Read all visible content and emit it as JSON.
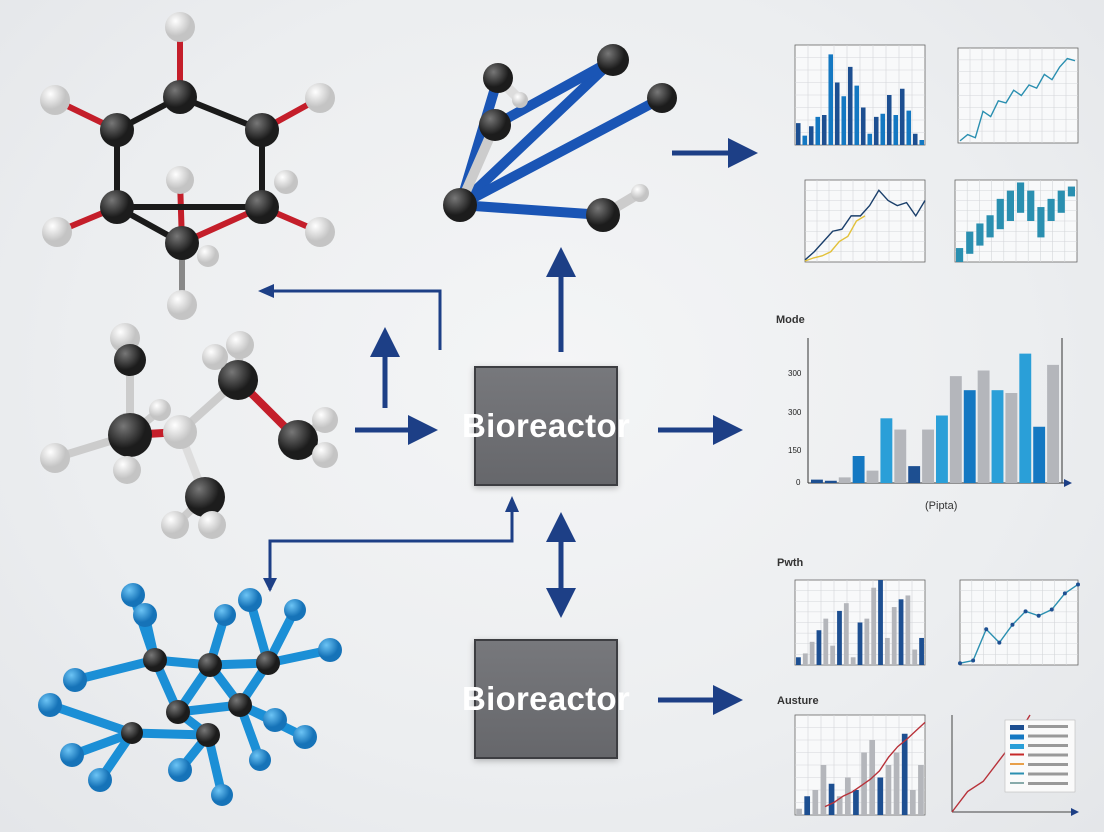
{
  "nodes": {
    "bioreactor_main": "Bioreactor",
    "bioreactor_secondary": "Bioreactor"
  },
  "colors": {
    "arrow": "#1d3f86",
    "box": "#6e6f73",
    "bar_dark": "#1d4f91",
    "bar_mid": "#1478c2",
    "bar_light": "#2a9fd8",
    "bar_gray": "#b4b6bb",
    "line_teal": "#2a8fb0",
    "line_yellow": "#e2c13a",
    "line_red": "#b8323a"
  },
  "chart_data": [
    {
      "type": "bar",
      "title": "",
      "values": [
        35,
        15,
        30,
        45,
        48,
        145,
        100,
        78,
        125,
        95,
        60,
        18,
        45,
        50,
        80,
        48,
        90,
        55,
        18,
        8
      ]
    },
    {
      "type": "line",
      "values": [
        2,
        8,
        5,
        30,
        25,
        40,
        38,
        50,
        45,
        55,
        52,
        65,
        60,
        72,
        80,
        78
      ]
    },
    {
      "type": "line",
      "values": [
        2,
        10,
        20,
        30,
        32,
        45,
        45,
        55,
        70,
        60,
        55,
        58,
        45,
        60
      ],
      "values2": [
        1,
        4,
        6,
        10,
        20,
        25,
        40,
        45
      ]
    },
    {
      "type": "bar",
      "values": [
        [
          0,
          1
        ],
        [
          1,
          3
        ],
        [
          2,
          4
        ],
        [
          3,
          5
        ],
        [
          4,
          7
        ],
        [
          5,
          8
        ],
        [
          6,
          9
        ],
        [
          5,
          8
        ],
        [
          3,
          6
        ],
        [
          5,
          7
        ],
        [
          6,
          8
        ],
        [
          8,
          8.5
        ]
      ]
    },
    {
      "type": "bar",
      "title": "Mode",
      "xlabel": "(Pipta)",
      "yticks": [
        "0",
        "150",
        "300",
        "300"
      ],
      "series": [
        {
          "values": [
            6,
            4,
            48,
            22,
            115,
            30,
            120,
            50,
            118,
            120,
            190,
            165,
            200,
            160,
            230,
            180,
            120,
            210
          ]
        }
      ]
    },
    {
      "type": "bar",
      "title": "Pwth",
      "values": [
        10,
        15,
        30,
        45,
        60,
        25,
        70,
        80,
        10,
        55,
        60,
        100,
        110,
        35,
        75,
        85,
        90,
        20,
        35
      ]
    },
    {
      "type": "line",
      "values": [
        2,
        5,
        40,
        25,
        45,
        60,
        55,
        62,
        80,
        90
      ]
    },
    {
      "type": "bar",
      "title": "Austure",
      "values": [
        5,
        15,
        20,
        40,
        25,
        15,
        30,
        20,
        50,
        60,
        30,
        40,
        50,
        65,
        20,
        40
      ],
      "line": [
        8,
        12,
        18,
        22,
        28,
        34,
        42,
        55,
        65,
        72,
        80,
        88
      ]
    },
    {
      "type": "line",
      "values": [
        0,
        20,
        30,
        50,
        70,
        95
      ]
    }
  ]
}
